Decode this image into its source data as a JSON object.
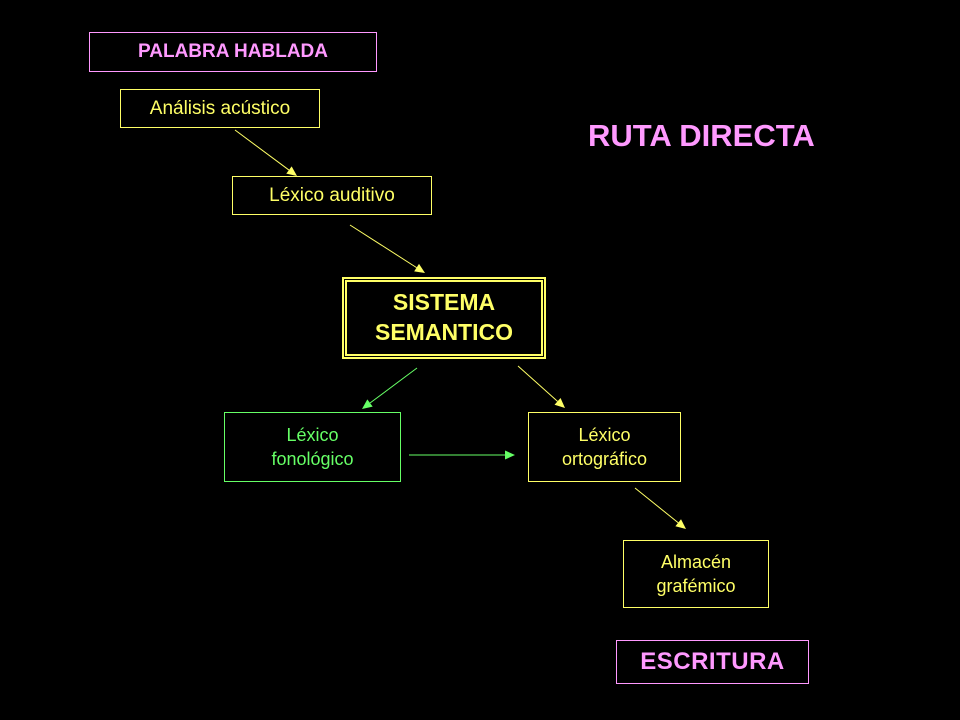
{
  "title": "RUTA DIRECTA",
  "nodes": {
    "palabra_hablada": "PALABRA HABLADA",
    "analisis_acustico": "Análisis acústico",
    "lexico_auditivo": "Léxico auditivo",
    "sistema_semantico": [
      "SISTEMA",
      "SEMANTICO"
    ],
    "lexico_fonologico": [
      "Léxico",
      "fonológico"
    ],
    "lexico_ortografico": [
      "Léxico",
      "ortográfico"
    ],
    "almacen_grafemico": [
      "Almacén",
      "grafémico"
    ],
    "escritura": "ESCRITURA"
  },
  "edges": [
    {
      "from": "analisis_acustico",
      "to": "lexico_auditivo",
      "color": "#ffff66"
    },
    {
      "from": "lexico_auditivo",
      "to": "sistema_semantico",
      "color": "#ffff66"
    },
    {
      "from": "sistema_semantico",
      "to": "lexico_fonologico",
      "color": "#66ff66"
    },
    {
      "from": "sistema_semantico",
      "to": "lexico_ortografico",
      "color": "#ffff66"
    },
    {
      "from": "lexico_fonologico",
      "to": "lexico_ortografico",
      "color": "#66ff66"
    },
    {
      "from": "lexico_ortografico",
      "to": "almacen_grafemico",
      "color": "#ffff66"
    }
  ],
  "colors": {
    "background": "#000000",
    "pink": "#ff99ff",
    "yellow": "#ffff66",
    "green": "#66ff66"
  }
}
